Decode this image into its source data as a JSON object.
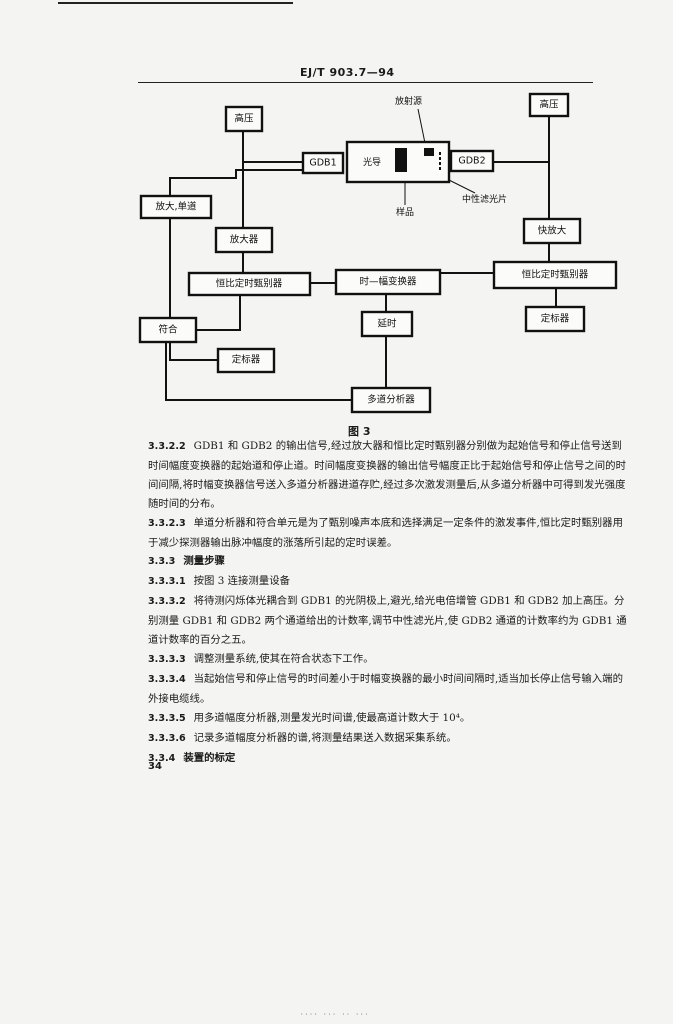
{
  "header": {
    "standard_code": "EJ/T 903.7—94"
  },
  "figure": {
    "caption": "图 3",
    "boxes": {
      "hv_left": "高压",
      "hv_right": "高压",
      "pmt": "光导",
      "gdb1": "GDB1",
      "gdb2": "GDB2",
      "amp_single": "放大,单道",
      "amplifier": "放大器",
      "fast_amp": "快放大",
      "cfd_left": "恒比定时甄别器",
      "cfd_right": "恒比定时甄别器",
      "tac": "时—幅变换器",
      "coincidence": "符合",
      "scaler_left": "定标器",
      "scaler_right": "定标器",
      "delay": "延时",
      "mca": "多道分析器"
    },
    "labels": {
      "source": "放射源",
      "sample": "样品",
      "nd_filter": "中性滤光片"
    }
  },
  "paragraphs": [
    {
      "num": "3.3.2.2",
      "text": "GDB1 和 GDB2 的输出信号,经过放大器和恒比定时甄别器分别做为起始信号和停止信号送到时间幅度变换器的起始道和停止道。时间幅度变换器的输出信号幅度正比于起始信号和停止信号之间的时间间隔,将时幅变换器信号送入多道分析器进道存贮,经过多次激发测量后,从多道分析器中可得到发光强度随时间的分布。"
    },
    {
      "num": "3.3.2.3",
      "text": "单道分析器和符合单元是为了甄别噪声本底和选择满足一定条件的激发事件,恒比定时甄别器用于减少探测器输出脉冲幅度的涨落所引起的定时误差。"
    },
    {
      "num": "3.3.3",
      "text": "测量步骤",
      "heading": true
    },
    {
      "num": "3.3.3.1",
      "text": "按图 3 连接测量设备"
    },
    {
      "num": "3.3.3.2",
      "text": "将待测闪烁体光耦合到 GDB1 的光阴极上,避光,给光电倍增管 GDB1 和 GDB2 加上高压。分别测量 GDB1 和 GDB2 两个通道给出的计数率,调节中性滤光片,使 GDB2 通道的计数率约为 GDB1 通道计数率的百分之五。"
    },
    {
      "num": "3.3.3.3",
      "text": "调整测量系统,使其在符合状态下工作。"
    },
    {
      "num": "3.3.3.4",
      "text": "当起始信号和停止信号的时间差小于时幅变换器的最小时间间隔时,适当加长停止信号输入端的外接电缆线。"
    },
    {
      "num": "3.3.3.5",
      "text": "用多道幅度分析器,测量发光时间谱,使最高道计数大于 10⁴。"
    },
    {
      "num": "3.3.3.6",
      "text": "记录多道幅度分析器的谱,将测量结果送入数据采集系统。"
    },
    {
      "num": "3.3.4",
      "text": "装置的标定",
      "heading": true
    }
  ],
  "page_number": "34",
  "footer": "···· ··· ·· ···"
}
